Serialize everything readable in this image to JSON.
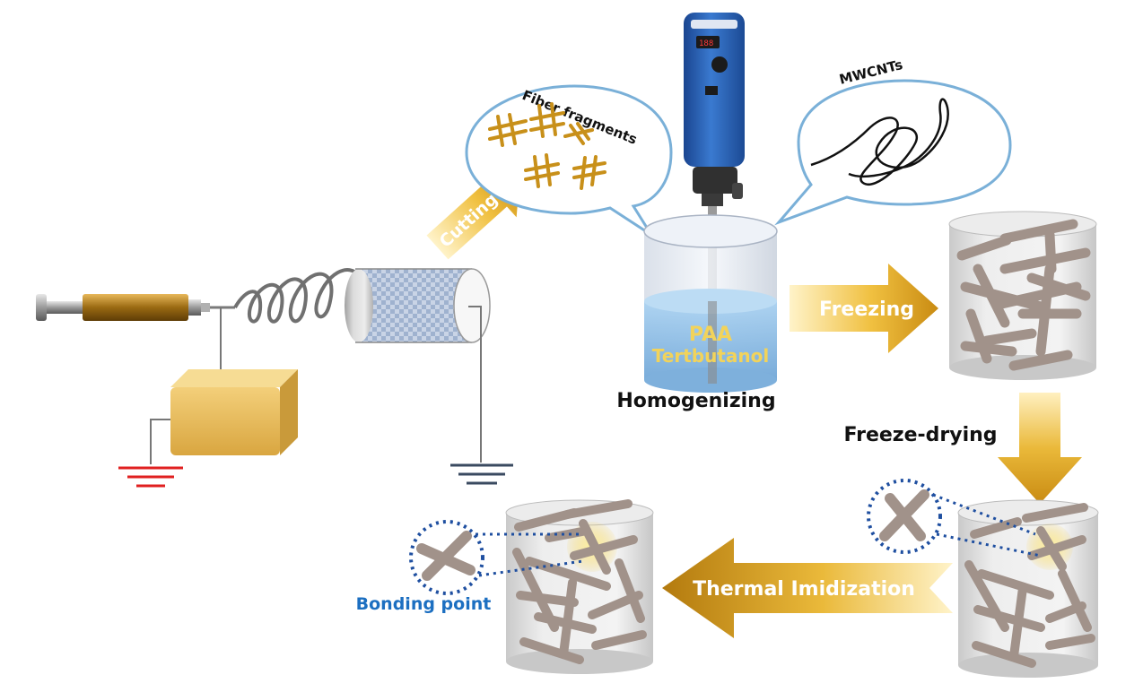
{
  "labels": {
    "fiber_fragments": "Fiber fragments",
    "mwcnts": "MWCNTs",
    "cutting": "Cutting",
    "paa": "PAA",
    "tertbutanol": "Tertbutanol",
    "homogenizing": "Homogenizing",
    "freezing": "Freezing",
    "freeze_drying": "Freeze-drying",
    "thermal_imidization": "Thermal Imidization",
    "bonding_point": "Bonding point"
  },
  "colors": {
    "gold_arrow": "#e0a826",
    "fiber_fragment": "#c8901a",
    "rod": "#a1928a",
    "bonding_label": "#1c6fc1",
    "dotted_circle": "#1f4fa0",
    "ground_red": "#e02020",
    "ground_dark": "#3a4a60",
    "mixer_blue": "#2c63b8",
    "solution_blue": "#8ec4ec"
  }
}
